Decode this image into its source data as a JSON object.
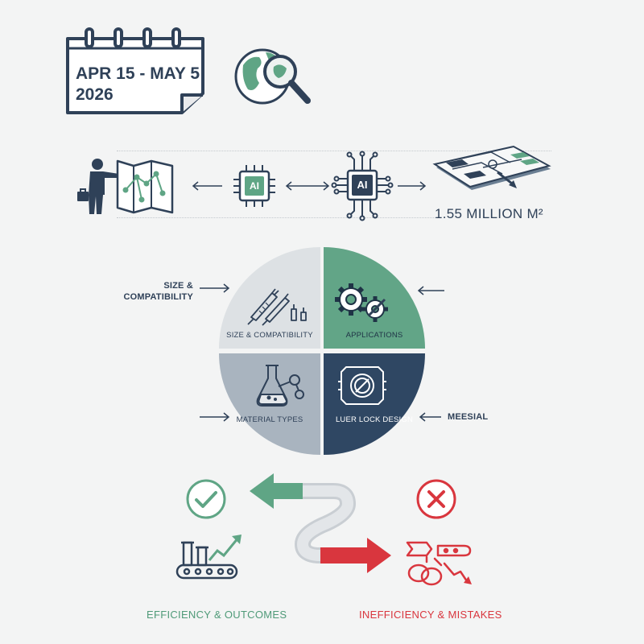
{
  "calendar": {
    "line1": "APR 15 - MAY 5",
    "line2": "2026"
  },
  "area": {
    "value": "1.55 MILLION M²"
  },
  "chips": [
    {
      "label": "AI"
    },
    {
      "label": "AI"
    }
  ],
  "quadrants": [
    {
      "label": "SIZE & COMPATIBILITY",
      "color": "#dde1e4",
      "text_color": "#2f4158"
    },
    {
      "label": "APPLICATIONS",
      "color": "#62a587",
      "text_color": "#1f3346"
    },
    {
      "label": "MATERIAL TYPES",
      "color": "#a9b4bf",
      "text_color": "#2f4158"
    },
    {
      "label": "LUER LOCK DESIGN",
      "color": "#2f4763",
      "text_color": "#ffffff"
    }
  ],
  "side_labels": {
    "top_left_line1": "SIZE &",
    "top_left_line2": "COMPATIBILITY",
    "bottom_right": "MEESIAL"
  },
  "outcomes": {
    "positive": {
      "label": "EFFICIENCY & OUTCOMES",
      "color": "#4f9a78"
    },
    "negative": {
      "label": "INEFFICIENCY & MISTAKES",
      "color": "#d9363e"
    }
  },
  "colors": {
    "navy": "#2f4158",
    "green": "#5fa585",
    "red": "#d9363e",
    "background": "#f3f4f4"
  },
  "icons": [
    "calendar-icon",
    "globe-search-icon",
    "presenter-map-icon",
    "ai-chip-icon",
    "floor-plan-icon",
    "syringes-icon",
    "gears-icon",
    "flask-icon",
    "luer-lock-icon",
    "check-circle-icon",
    "x-circle-icon",
    "conveyor-growth-icon",
    "broken-chain-icon"
  ]
}
